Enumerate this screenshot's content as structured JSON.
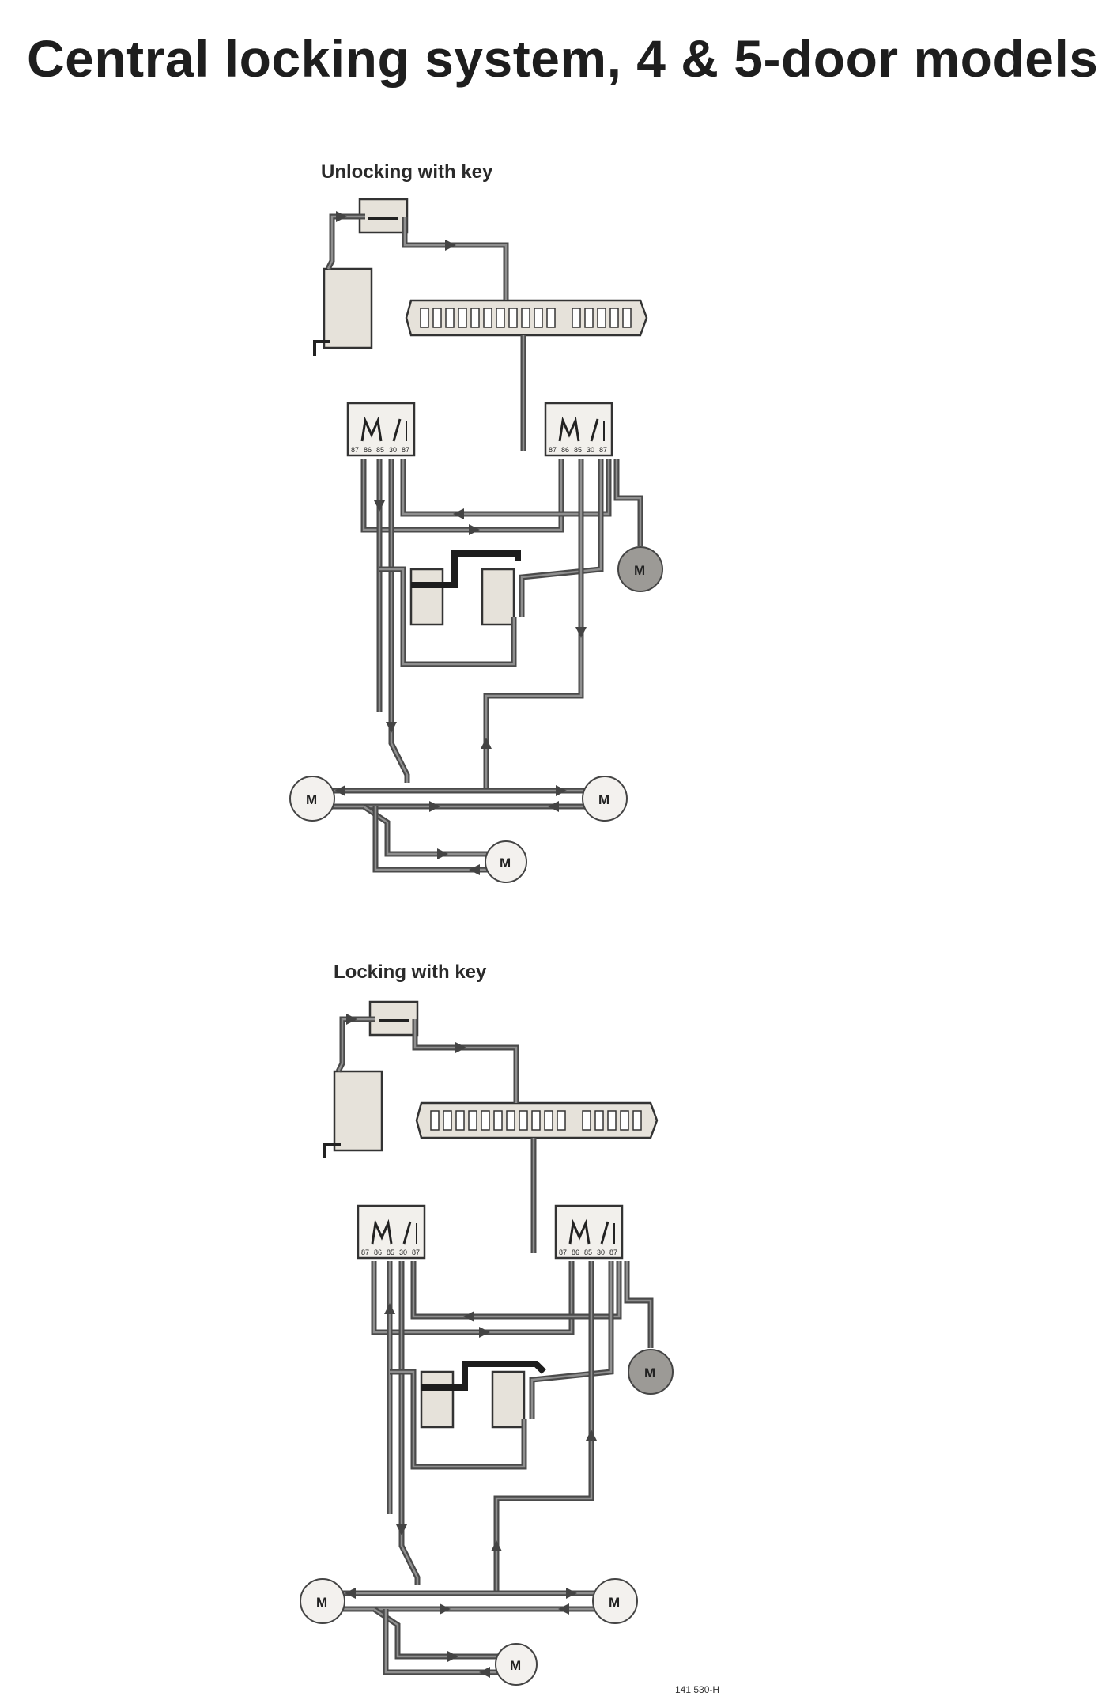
{
  "page": {
    "title": "Central locking system, 4 & 5-door models"
  },
  "diagrams": [
    {
      "caption": "Unlocking with key"
    },
    {
      "caption": "Locking with key"
    }
  ],
  "relay_pins": [
    "87",
    "86",
    "85",
    "30",
    "87"
  ],
  "motor_label": "M",
  "drawing_number": "141 530-H",
  "colors": {
    "wire": "#4a4a4a",
    "wire_highlight": "#1d1d1d",
    "motor_shaded": "#9c9a96"
  }
}
